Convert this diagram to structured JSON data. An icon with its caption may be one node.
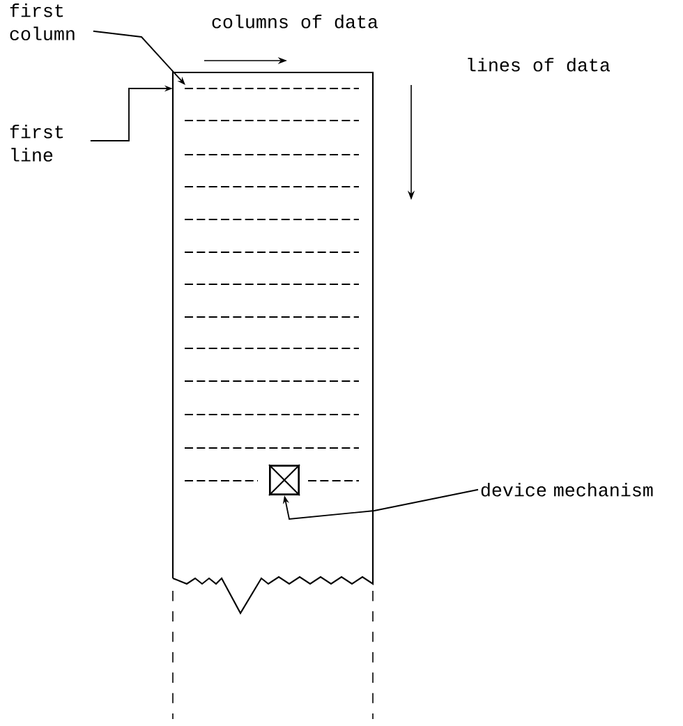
{
  "diagram": {
    "nodes": [
      {
        "text": [
          "first column"
        ]
      },
      {
        "text": [
          "first line"
        ]
      },
      {
        "text": [],
        "shape": "box"
      },
      {
        "text": [],
        "shape": "box",
        "in": 2
      },
      {
        "text": [
          "device mechanism"
        ]
      }
    ],
    "edges": [
      {
        "from": 0,
        "to": 2,
        "arrow": "to"
      },
      {
        "from": 1,
        "to": 2,
        "arrow": "to"
      },
      {
        "from": 4,
        "to": 3,
        "arrow": "to"
      }
    ],
    "labels": [
      "columns of data",
      "lines of data"
    ]
  }
}
